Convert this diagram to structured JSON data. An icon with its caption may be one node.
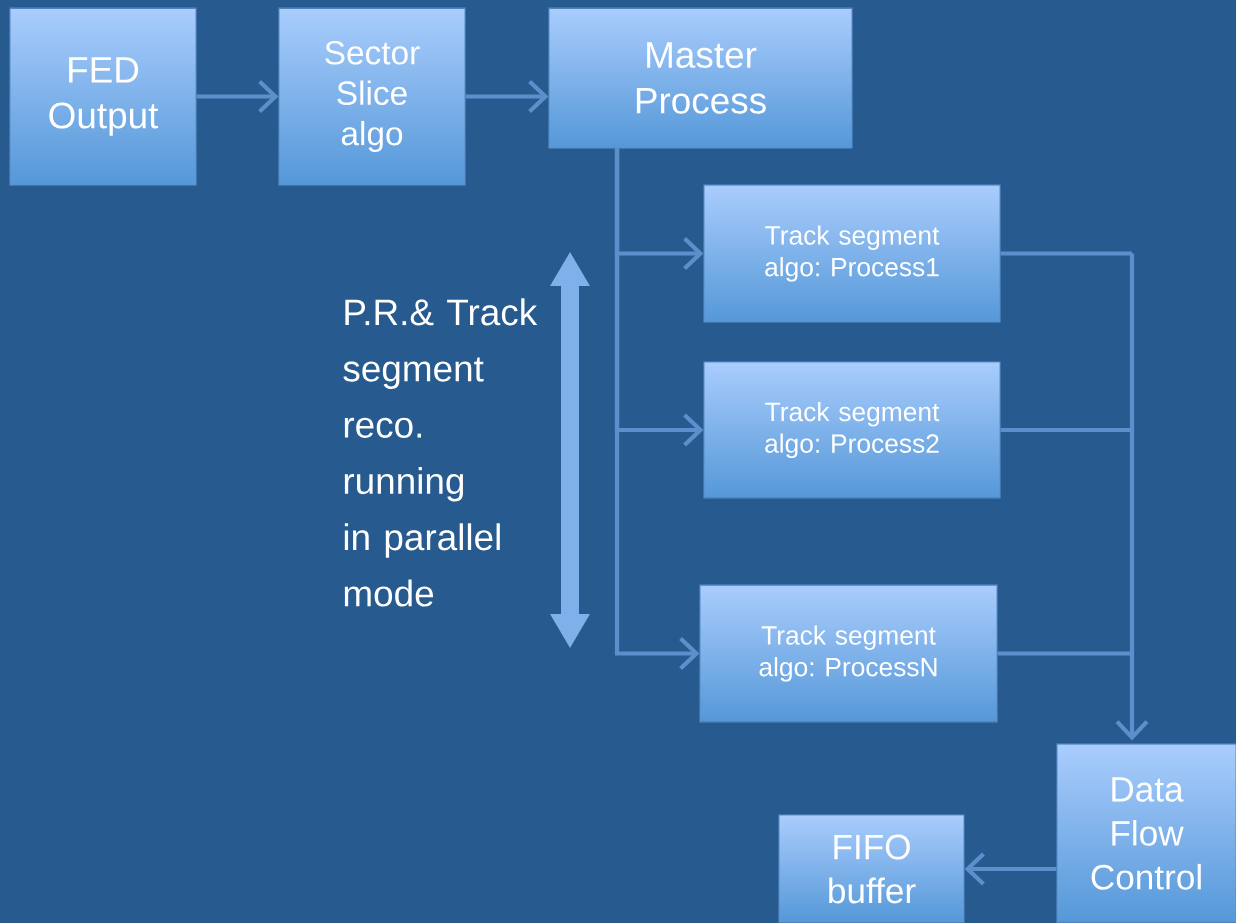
{
  "diagram": {
    "nodes": [
      {
        "text": [
          "FED Output"
        ]
      },
      {
        "text": [
          "Sector Slice algo"
        ]
      },
      {
        "text": [
          "Master Process"
        ]
      },
      {
        "text": [
          "Track segment algo: Process1"
        ]
      },
      {
        "text": [
          "Track segment algo: Process2"
        ]
      },
      {
        "text": [
          "Track segment algo: ProcessN"
        ]
      },
      {
        "text": [
          "Data Flow Control"
        ]
      },
      {
        "text": [
          "FIFO buffer"
        ]
      }
    ],
    "edges": [
      {
        "from": 0,
        "to": 1,
        "arrow": "to"
      },
      {
        "from": 1,
        "to": 2,
        "arrow": "to"
      },
      {
        "from": 2,
        "to": 3,
        "arrow": "to"
      },
      {
        "from": 2,
        "to": 4,
        "arrow": "to"
      },
      {
        "from": 2,
        "to": 5,
        "arrow": "to"
      },
      {
        "from": 3,
        "to": 6,
        "arrow": "to"
      },
      {
        "from": 4,
        "to": 6,
        "arrow": "to"
      },
      {
        "from": 5,
        "to": 6,
        "arrow": "to"
      },
      {
        "from": 6,
        "to": 7,
        "arrow": "to"
      }
    ],
    "labels": [
      "P.R.& Track segment reco. running in parallel mode"
    ]
  }
}
